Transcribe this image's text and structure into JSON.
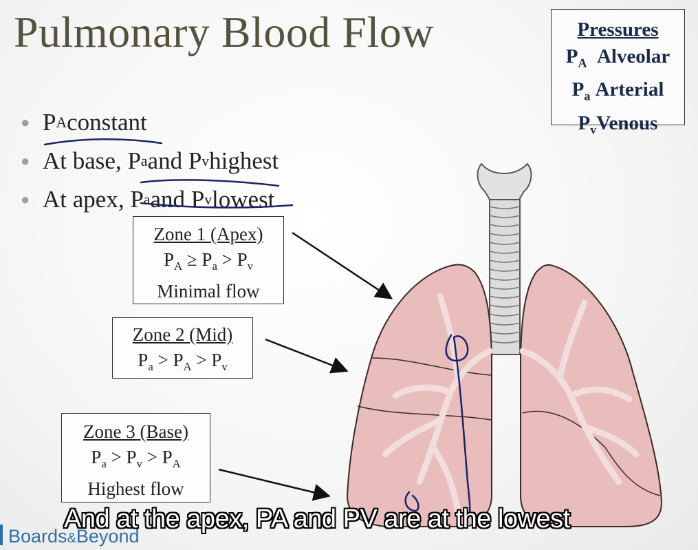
{
  "title": "Pulmonary Blood Flow",
  "pressures": {
    "heading": "Pressures",
    "rows": [
      {
        "symbol": "P",
        "sub": "A",
        "label": "Alveolar"
      },
      {
        "symbol": "P",
        "sub": "a",
        "label": "Arterial"
      },
      {
        "symbol": "P",
        "sub": "v",
        "label": "Venous"
      }
    ]
  },
  "bullets": [
    {
      "a": "P",
      "a_sub": "A",
      "b": " constant"
    },
    {
      "a": "At base, P",
      "a_sub": "a",
      "b": " and P",
      "b_sub": "v",
      "c": " highest"
    },
    {
      "a": "At apex, P",
      "a_sub": "a",
      "b": " and P",
      "b_sub": "v",
      "c": " lowest"
    }
  ],
  "zones": {
    "zone1": {
      "title": "Zone 1 (Apex)",
      "expr": [
        "P",
        "A",
        " ≥ P",
        "a",
        " > P",
        "v"
      ],
      "note": "Minimal flow"
    },
    "zone2": {
      "title": "Zone 2 (Mid)",
      "expr": [
        "P",
        "a",
        " > P",
        "A",
        " > P",
        "v"
      ]
    },
    "zone3": {
      "title": "Zone 3 (Base)",
      "expr": [
        "P",
        "a",
        " > P",
        "v",
        " > P",
        "A"
      ],
      "note": "Highest flow"
    }
  },
  "caption": "And at the apex, PA and PV are at the lowest",
  "logo": {
    "part1": "Boards",
    "amp": "&",
    "part2": "Beyond"
  },
  "colors": {
    "lung": "#e8bdbc",
    "lung_edge": "#3a2a2a",
    "vessel": "#f3dcdc",
    "ink": "#1a2466",
    "title": "#54513f",
    "logo": "#2f6fa8"
  }
}
